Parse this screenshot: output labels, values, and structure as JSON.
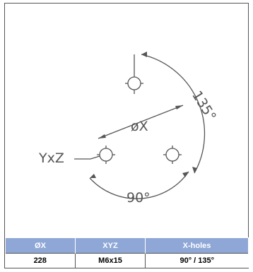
{
  "diagram": {
    "labels": {
      "diameter": "øX",
      "thread": "YxZ",
      "angle_inner": "90°",
      "angle_outer": "135°"
    }
  },
  "table": {
    "headers": [
      "ØX",
      "XYZ",
      "X-holes"
    ],
    "rows": [
      [
        "228",
        "M6x15",
        "90° / 135°"
      ]
    ]
  },
  "colors": {
    "header_bg": "#8ea7d6",
    "line": "#555555"
  }
}
